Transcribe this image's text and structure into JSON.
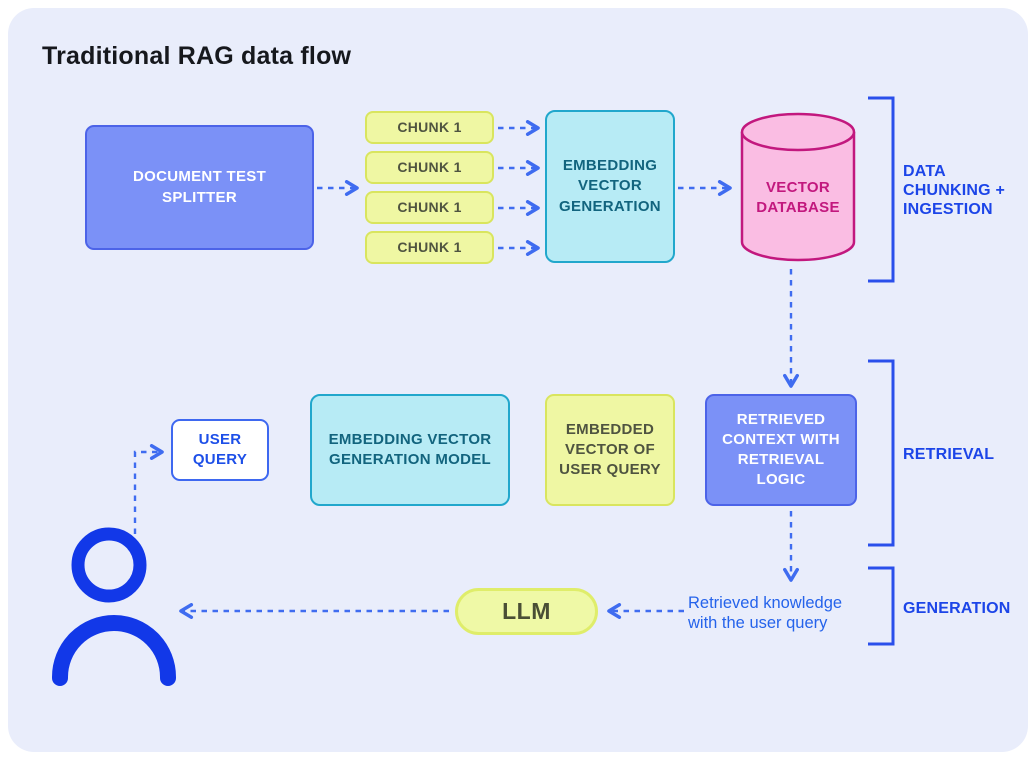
{
  "title": "Traditional RAG data flow",
  "nodes": {
    "doc_splitter": {
      "label": "DOCUMENT TEST SPLITTER"
    },
    "chunks": [
      {
        "label": "CHUNK 1"
      },
      {
        "label": "CHUNK 1"
      },
      {
        "label": "CHUNK 1"
      },
      {
        "label": "CHUNK 1"
      }
    ],
    "embedding_gen": {
      "label": "EMBEDDING VECTOR GENERATION"
    },
    "vector_db": {
      "label": "VECTOR DATABASE"
    },
    "user_query": {
      "label": "USER QUERY"
    },
    "embedding_model": {
      "label": "EMBEDDING VECTOR GENERATION MODEL"
    },
    "embedded_vector": {
      "label": "EMBEDDED VECTOR OF USER QUERY"
    },
    "retrieved_context": {
      "label": "RETRIEVED CONTEXT WITH RETRIEVAL LOGIC"
    },
    "llm": {
      "label": "LLM"
    }
  },
  "annotations": {
    "retrieved_knowledge": "Retrieved knowledge with the user query"
  },
  "brackets": [
    {
      "label": "DATA CHUNKING + INGESTION"
    },
    {
      "label": "RETRIEVAL"
    },
    {
      "label": "GENERATION"
    }
  ],
  "icons": {
    "person": "person-icon",
    "vector_database": "database-cylinder-icon"
  },
  "colors": {
    "panel_bg": "#E9EDFB",
    "node_blue_fill": "#7B91F7",
    "node_blue_border": "#4C63E8",
    "node_yellow_fill": "#EFF7A3",
    "node_yellow_border": "#D9E55E",
    "node_cyan_fill": "#B7EBF5",
    "node_cyan_border": "#21A7CC",
    "node_pink_fill": "#FABDE3",
    "node_pink_border": "#C2187E",
    "llm_fill": "#EFF9A6",
    "llm_border": "#DFED6A",
    "arrow_blue": "#3F6CF0",
    "bracket_blue": "#2A4FEB",
    "bracket_label_blue": "#1C45E8",
    "person_blue": "#1238E8",
    "title_color": "#16181D",
    "annotation_blue": "#2563EB"
  }
}
